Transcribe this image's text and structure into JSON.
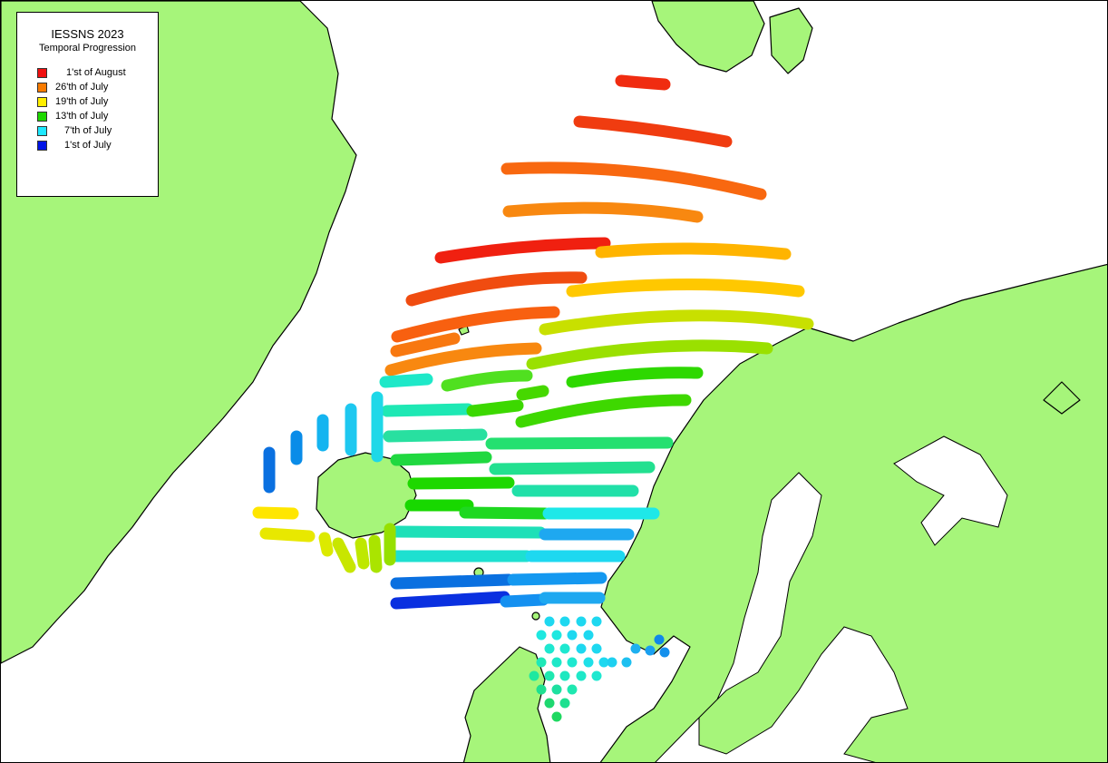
{
  "legend": {
    "title": "IESSNS 2023",
    "subtitle": "Temporal Progression",
    "items": [
      {
        "label": "1'st of August",
        "color": "#f01010"
      },
      {
        "label": "26'th of July",
        "color": "#f87b00"
      },
      {
        "label": "19'th of July",
        "color": "#ffef00"
      },
      {
        "label": "13'th of July",
        "color": "#1ed800"
      },
      {
        "label": "7'th of July",
        "color": "#1ee8ff"
      },
      {
        "label": "1'st of July",
        "color": "#0014e6"
      }
    ]
  },
  "colors": {
    "land": "#a6f57a",
    "sea": "#ffffff",
    "coastline": "#000000"
  }
}
